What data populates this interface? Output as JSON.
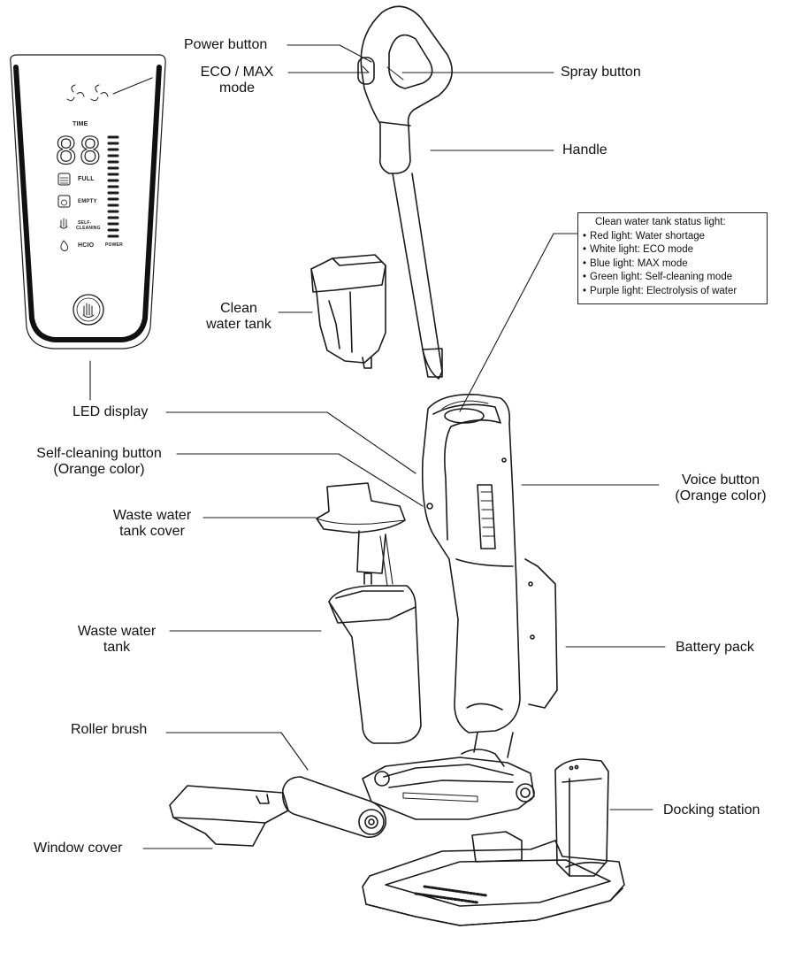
{
  "labels": {
    "power_button": "Power button",
    "eco_max_line1": "ECO / MAX",
    "eco_max_line2": "mode",
    "spray_button": "Spray button",
    "handle": "Handle",
    "clean_tank_line1": "Clean",
    "clean_tank_line2": "water tank",
    "led_display": "LED display",
    "self_cleaning_line1": "Self-cleaning button",
    "self_cleaning_line2": "(Orange color)",
    "voice_line1": "Voice button",
    "voice_line2": "(Orange color)",
    "waste_cover_line1": "Waste water",
    "waste_cover_line2": "tank cover",
    "waste_tank_line1": "Waste water",
    "waste_tank_line2": "tank",
    "battery_pack": "Battery pack",
    "roller_brush": "Roller brush",
    "docking_station": "Docking station",
    "window_cover": "Window cover"
  },
  "status_box": {
    "title": "Clean water tank status light:",
    "items": [
      "Red light: Water shortage",
      "White light: ECO mode",
      "Blue light: MAX mode",
      "Green light: Self-cleaning mode",
      "Purple light: Electrolysis of water"
    ]
  },
  "led_panel": {
    "time": "TIME",
    "digits": "88",
    "full": "FULL",
    "empty": "EMPTY",
    "self_cleaning_1": "SELF-",
    "self_cleaning_2": "CLEANING",
    "hcio": "HCIO",
    "power": "POWER"
  }
}
